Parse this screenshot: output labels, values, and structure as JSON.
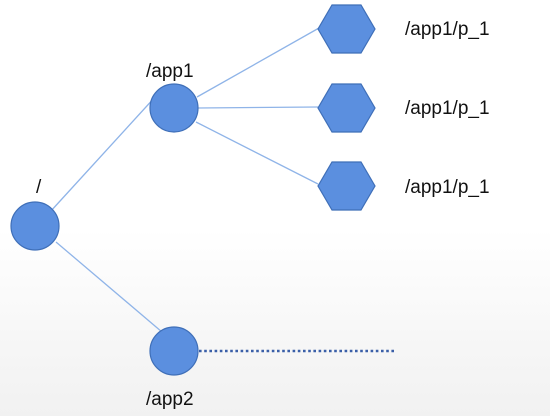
{
  "diagram": {
    "colors": {
      "node_fill": "#5b8fdf",
      "node_stroke": "#3f6fb8",
      "edge": "#8fb4e8",
      "dashed_edge": "#3a5fa8"
    },
    "nodes": {
      "root": {
        "label": "/",
        "shape": "circle"
      },
      "app1": {
        "label": "/app1",
        "shape": "circle"
      },
      "app2": {
        "label": "/app2",
        "shape": "circle"
      },
      "p1a": {
        "label": "/app1/p_1",
        "shape": "hexagon"
      },
      "p1b": {
        "label": "/app1/p_1",
        "shape": "hexagon"
      },
      "p1c": {
        "label": "/app1/p_1",
        "shape": "hexagon"
      }
    },
    "edges": [
      {
        "from": "root",
        "to": "app1",
        "style": "solid"
      },
      {
        "from": "root",
        "to": "app2",
        "style": "solid"
      },
      {
        "from": "app1",
        "to": "p1a",
        "style": "solid"
      },
      {
        "from": "app1",
        "to": "p1b",
        "style": "solid"
      },
      {
        "from": "app1",
        "to": "p1c",
        "style": "solid"
      },
      {
        "from": "app2",
        "to": "continuation",
        "style": "dotted"
      }
    ]
  }
}
